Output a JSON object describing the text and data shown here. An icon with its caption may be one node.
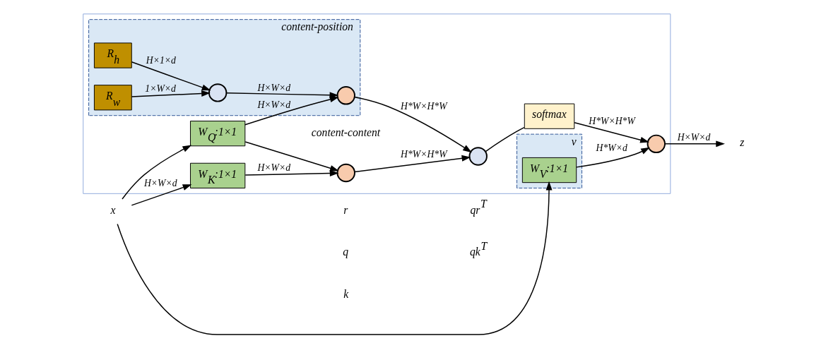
{
  "diagram": {
    "nodes": [
      {
        "text": [],
        "shape": "box"
      },
      {
        "text": [
          "content-position"
        ],
        "in": 0
      },
      {
        "text": [
          "R$_{h}$"
        ],
        "in": 1
      },
      {
        "text": [
          "R$_{w}$"
        ],
        "in": 1
      },
      {
        "text": [],
        "shape": "circle",
        "in": 1
      },
      {
        "text": [],
        "shape": "circle",
        "in": 1
      },
      {
        "text": [
          "W$_{Q}$:1×1"
        ],
        "in": 0
      },
      {
        "text": [
          "W$_{K}$:1×1"
        ],
        "in": 0
      },
      {
        "text": [
          "v"
        ],
        "in": 0
      },
      {
        "text": [
          "W$_{V}$:1×1"
        ],
        "in": 8
      },
      {
        "text": [],
        "shape": "circle",
        "in": 0,
        "beside": [
          "content-content"
        ]
      },
      {
        "text": [],
        "shape": "circle",
        "in": 0
      },
      {
        "text": [
          "softmax"
        ],
        "in": 0
      },
      {
        "text": [],
        "shape": "circle",
        "in": 0
      },
      {
        "text": [
          "x"
        ]
      },
      {
        "text": [
          "z"
        ]
      }
    ],
    "edges": [
      {
        "from": 14,
        "to": 7,
        "arrow": "to",
        "label": "H×W×d"
      },
      {
        "from": 14,
        "to": 6,
        "arrow": "to"
      },
      {
        "from": 14,
        "to": 9,
        "arrow": "to"
      },
      {
        "from": 2,
        "to": 4,
        "arrow": "to",
        "label": "H×1×d"
      },
      {
        "from": 3,
        "to": 4,
        "arrow": "to",
        "label": "1×W×d"
      },
      {
        "from": 4,
        "to": 5,
        "arrow": "to",
        "label": "H×W×d"
      },
      {
        "from": 6,
        "to": 5,
        "arrow": "to",
        "label": "H×W×d"
      },
      {
        "from": 6,
        "to": 10,
        "arrow": "to"
      },
      {
        "from": 7,
        "to": 10,
        "arrow": "to",
        "label": "H×W×d"
      },
      {
        "from": 5,
        "to": 11,
        "arrow": "to",
        "label": "H*W×H*W"
      },
      {
        "from": 10,
        "to": 11,
        "arrow": "to",
        "label": "H*W×H*W"
      },
      {
        "from": 11,
        "to": 12,
        "arrow": "none"
      },
      {
        "from": 12,
        "to": 13,
        "arrow": "to",
        "label": "H*W×H*W"
      },
      {
        "from": 9,
        "to": 13,
        "arrow": "to",
        "label": "H*W×d"
      },
      {
        "from": 13,
        "to": 15,
        "arrow": "to",
        "label": "H×W×d"
      }
    ],
    "labels": [
      "r",
      "q",
      "k",
      "qr$^{T}$",
      "qk$^{T}$"
    ]
  }
}
